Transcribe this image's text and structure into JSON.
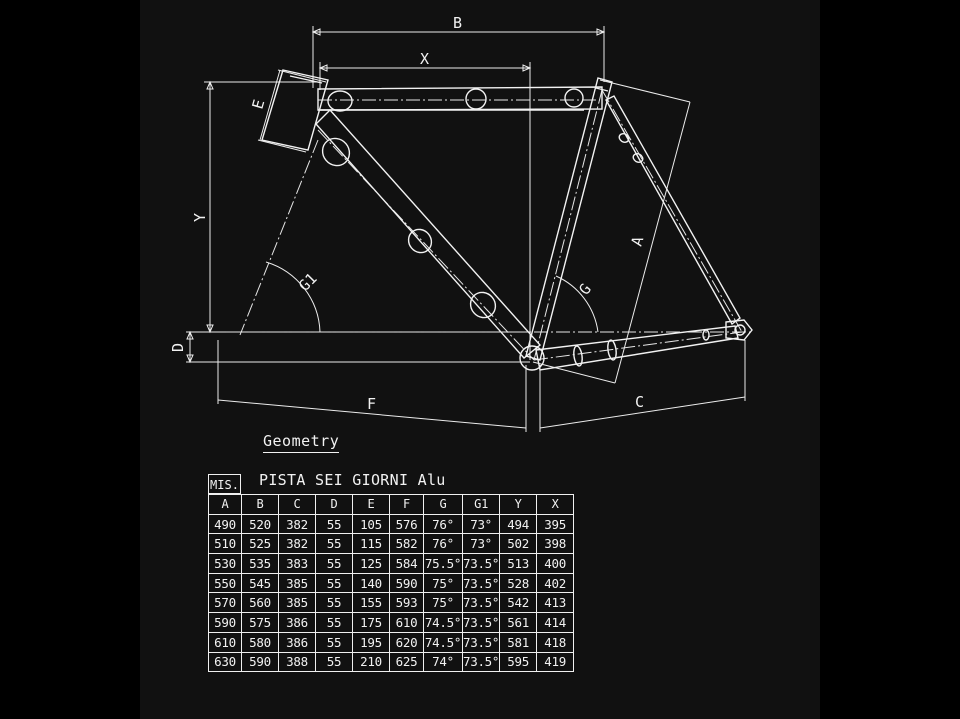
{
  "diagram": {
    "dimension_labels": {
      "A": "A",
      "B": "B",
      "C": "C",
      "D": "D",
      "E": "E",
      "F": "F",
      "G": "G",
      "G1": "G1",
      "X": "X",
      "Y": "Y"
    }
  },
  "geometry": {
    "section_title": "Geometry",
    "size_header": "MIS.",
    "model_name": "PISTA SEI GIORNI Alu",
    "columns": [
      "A",
      "B",
      "C",
      "D",
      "E",
      "F",
      "G",
      "G1",
      "Y",
      "X"
    ],
    "rows": [
      [
        "490",
        "520",
        "382",
        "55",
        "105",
        "576",
        "76°",
        "73°",
        "494",
        "395"
      ],
      [
        "510",
        "525",
        "382",
        "55",
        "115",
        "582",
        "76°",
        "73°",
        "502",
        "398"
      ],
      [
        "530",
        "535",
        "383",
        "55",
        "125",
        "584",
        "75.5°",
        "73.5°",
        "513",
        "400"
      ],
      [
        "550",
        "545",
        "385",
        "55",
        "140",
        "590",
        "75°",
        "73.5°",
        "528",
        "402"
      ],
      [
        "570",
        "560",
        "385",
        "55",
        "155",
        "593",
        "75°",
        "73.5°",
        "542",
        "413"
      ],
      [
        "590",
        "575",
        "386",
        "55",
        "175",
        "610",
        "74.5°",
        "73.5°",
        "561",
        "414"
      ],
      [
        "610",
        "580",
        "386",
        "55",
        "195",
        "620",
        "74.5°",
        "73.5°",
        "581",
        "418"
      ],
      [
        "630",
        "590",
        "388",
        "55",
        "210",
        "625",
        "74°",
        "73.5°",
        "595",
        "419"
      ]
    ]
  }
}
